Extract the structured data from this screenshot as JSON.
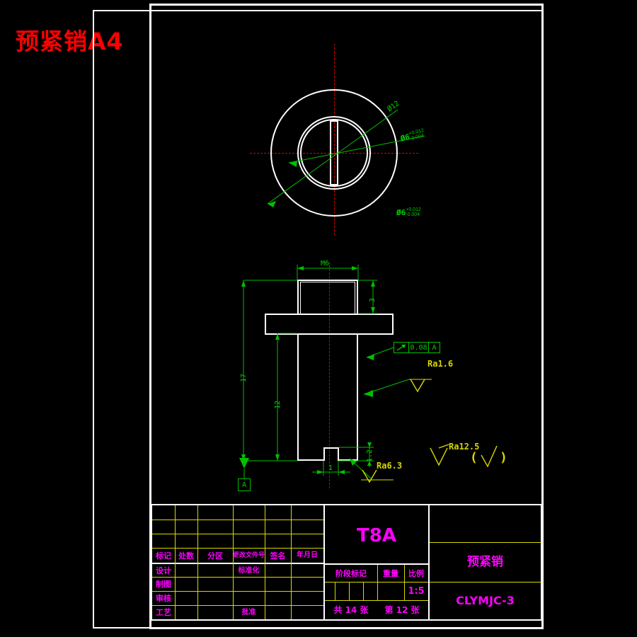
{
  "document": {
    "title_red": "预紧销A4",
    "sheet_format": "A4"
  },
  "top_view": {
    "dim_outer": "Ø12",
    "dim_bore_value": "Ø6",
    "dim_bore_tol_upper": "+0.012",
    "dim_bore_tol_lower": "-0.004",
    "dim_bore_free_value": "Ø6",
    "dim_bore_free_tol_upper": "+0.012",
    "dim_bore_free_tol_lower": "-0.004"
  },
  "front_view": {
    "dim_thread": "M6",
    "dim_thread_len": "3",
    "dim_total_len": "17",
    "dim_body_len": "12",
    "dim_groove_width": "1",
    "dim_groove_depth": "1.2",
    "datum_letter": "A",
    "gtol_symbol": "runout-arrow-icon",
    "gtol_value": "0.08",
    "gtol_datum": "A",
    "surface_ra_1_6": "Ra1.6",
    "surface_ra_6_3": "Ra6.3",
    "surface_general": "Ra12.5",
    "surface_general_paren_open": "(",
    "surface_general_paren_close": ")"
  },
  "title_block": {
    "revision_headers": [
      "标记",
      "处数",
      "分区",
      "更改文件号",
      "签名",
      "年月日"
    ],
    "role_rows": [
      "设计",
      "制图",
      "审核",
      "工艺"
    ],
    "role_extra": {
      "standardize": "标准化",
      "approve": "批准"
    },
    "material": "T8A",
    "stage_mark_label": "阶段标记",
    "weight_label": "重量",
    "scale_label": "比例",
    "scale_value": "1:5",
    "sheet_total": "共 14 张",
    "sheet_index": "第 12 张",
    "part_name": "预紧销",
    "drawing_number": "CLYMJC-3"
  },
  "colors": {
    "background": "#000000",
    "object_line": "#ffffff",
    "dimension": "#00c000",
    "centerline": "#e00000",
    "title_text": "#ff0000",
    "table_line": "#d8d800",
    "table_text": "#ff00ff"
  }
}
